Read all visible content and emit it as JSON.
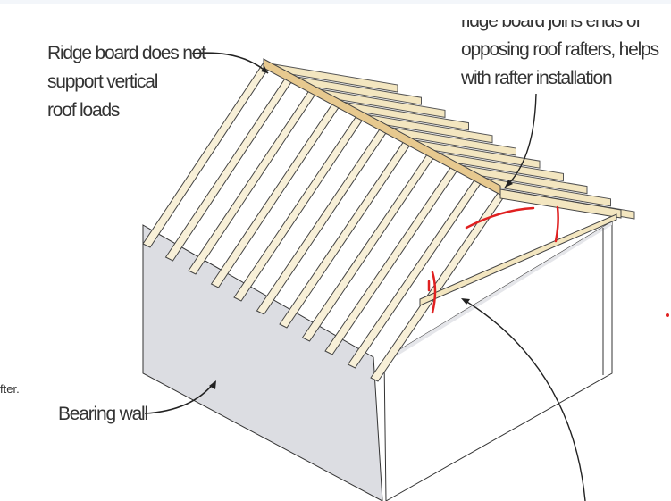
{
  "page": {
    "text_fragment": "fter."
  },
  "diagram": {
    "labels": {
      "ridge_not_support": [
        "Ridge board does not",
        "support vertical",
        "roof loads"
      ],
      "ridge_joins": [
        "ridge board joins ends of",
        "opposing roof rafters, helps",
        "with rafter installation"
      ],
      "bearing_wall": "Bearing wall"
    },
    "colors": {
      "wood": "#f3e6c0",
      "wood_dark": "#e7c98f",
      "wall": "#dcdde2",
      "annotation_red": "#e02020"
    }
  }
}
